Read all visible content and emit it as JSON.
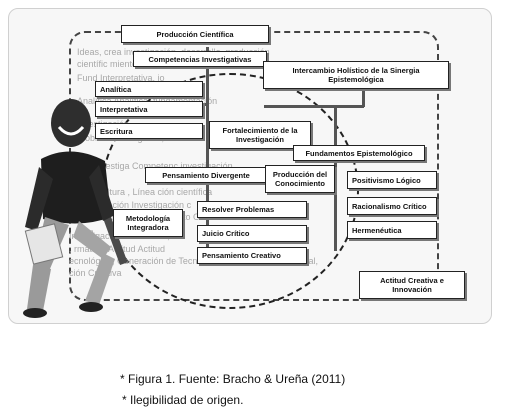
{
  "diagram": {
    "title": "Producción Científica",
    "boxes": {
      "competencias": "Competencias Investigativas",
      "intercambio": "Intercambio Holístico de la Sinergia Epistemológica",
      "analitica": "Analítica",
      "interpretativa": "Interpretativa",
      "escritura": "Escritura",
      "fortalecimiento": "Fortalecimiento de la Investigación",
      "fundamentos": "Fundamentos Epistemológico",
      "pensamiento_divergente": "Pensamiento Divergente",
      "produccion_conocimiento": "Producción del Conocimiento",
      "positivismo": "Positivismo Lógico",
      "metodologia": "Metodología Integradora",
      "resolver": "Resolver Problemas",
      "racionalismo": "Racionalismo Crítico",
      "juicio": "Juicio Crítico",
      "hermeneutica": "Hermenéutica",
      "pensamiento_creativo": "Pensamiento Creativo",
      "actitud": "Actitud Creativa e Innovación"
    },
    "background_text": [
      "Ideas, crea           investigación, desarrollo, producción",
      "científic                                           miento",
      "Fund              Interpretativa,                                     io",
      "Analítica                 Analítica,                   fundamentación",
      "                                                              investigación,",
      "                                            problem        investigativo,",
      "           cia,   Investiga     Competenc      investigación,",
      "             ción Cultura ,  Línea                    ción científica",
      "                  investigación      Investigación  c",
      "         Metodología    Fortalecimiento                    Co",
      "                                                     ción",
      "  Investigación       innovación, C",
      "   ,     rmativa,  Actitud          Actitud",
      "  ecnológica,  Generación de Tecn            académica, Perfil profesional,",
      "       ción Creativa"
    ]
  },
  "captions": {
    "figure": "* Figura 1. Fuente: Bracho & Ureña (2011)",
    "note": "* Ilegibilidad de origen."
  }
}
